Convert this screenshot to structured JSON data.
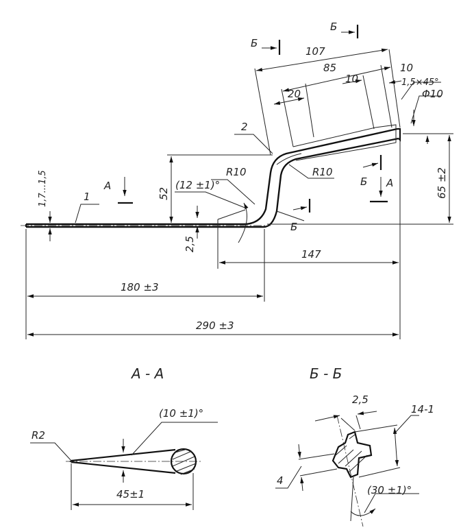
{
  "main_view": {
    "part_labels": {
      "part_1": "1",
      "part_2": "2"
    },
    "section_marks": {
      "a": "А",
      "b": "Б"
    },
    "dimensions": {
      "thickness": "1,7...1,5",
      "height_52": "52",
      "angle_12": "(12 ±1)°",
      "radius_lower": "R10",
      "radius_upper": "R10",
      "gap_2_5": "2,5",
      "length_147": "147",
      "length_180": "180 ±3",
      "length_290": "290 ±3",
      "height_65": "65 ±2",
      "length_107": "107",
      "length_85": "85",
      "length_20": "20",
      "length_10a": "10",
      "length_10b": "10",
      "chamfer": "1,5×45°",
      "diameter": "Φ10"
    }
  },
  "section_aa": {
    "title": "А - А",
    "radius": "R2",
    "angle": "(10 ±1)°",
    "length": "45±1"
  },
  "section_bb": {
    "title": "Б - Б",
    "width_2_5": "2,5",
    "width_14": "14-1",
    "width_4": "4",
    "angle": "(30 ±1)°"
  }
}
